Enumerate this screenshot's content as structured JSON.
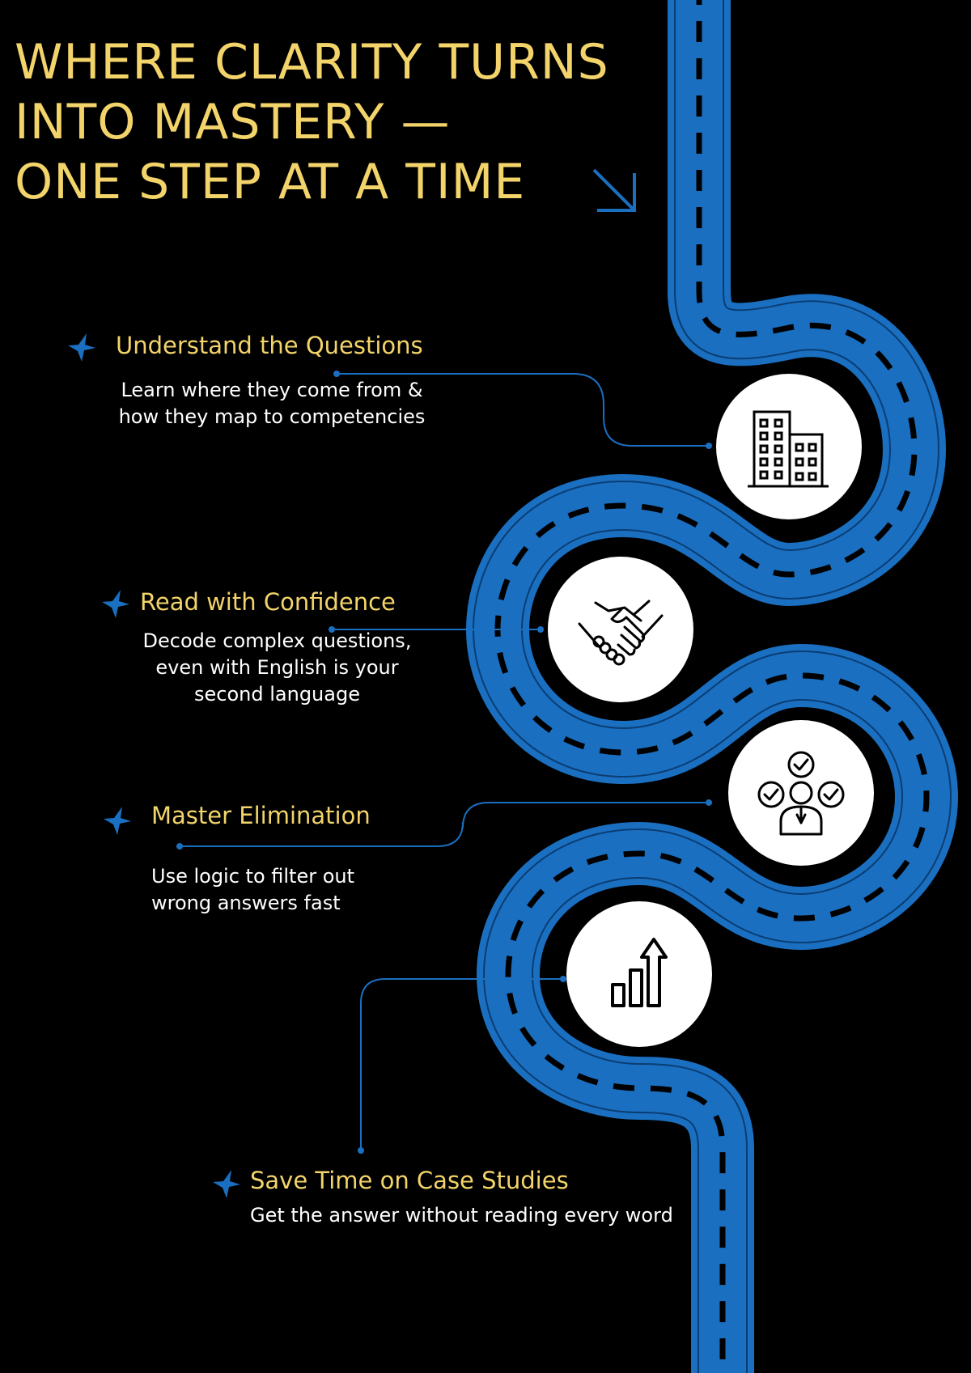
{
  "headline": {
    "line1": "WHERE CLARITY TURNS",
    "line2": "INTO MASTERY —",
    "line3": "ONE STEP AT A TIME"
  },
  "steps": [
    {
      "title": "Understand the Questions",
      "description": "Learn where they come from &\nhow they map to competencies",
      "icon": "office-building-icon"
    },
    {
      "title": "Read with Confidence",
      "description": "Decode complex questions,\neven with English is your\nsecond language",
      "icon": "handshake-icon"
    },
    {
      "title": "Master Elimination",
      "description": "Use logic to filter out\nwrong answers fast",
      "icon": "team-checkmarks-icon"
    },
    {
      "title": "Save Time on Case Studies",
      "description": "Get the answer without reading every word",
      "icon": "growth-chart-icon"
    }
  ],
  "colors": {
    "background": "#000000",
    "road": "#1a6fc0",
    "accent_yellow": "#f3d46a",
    "text_white": "#ffffff"
  }
}
